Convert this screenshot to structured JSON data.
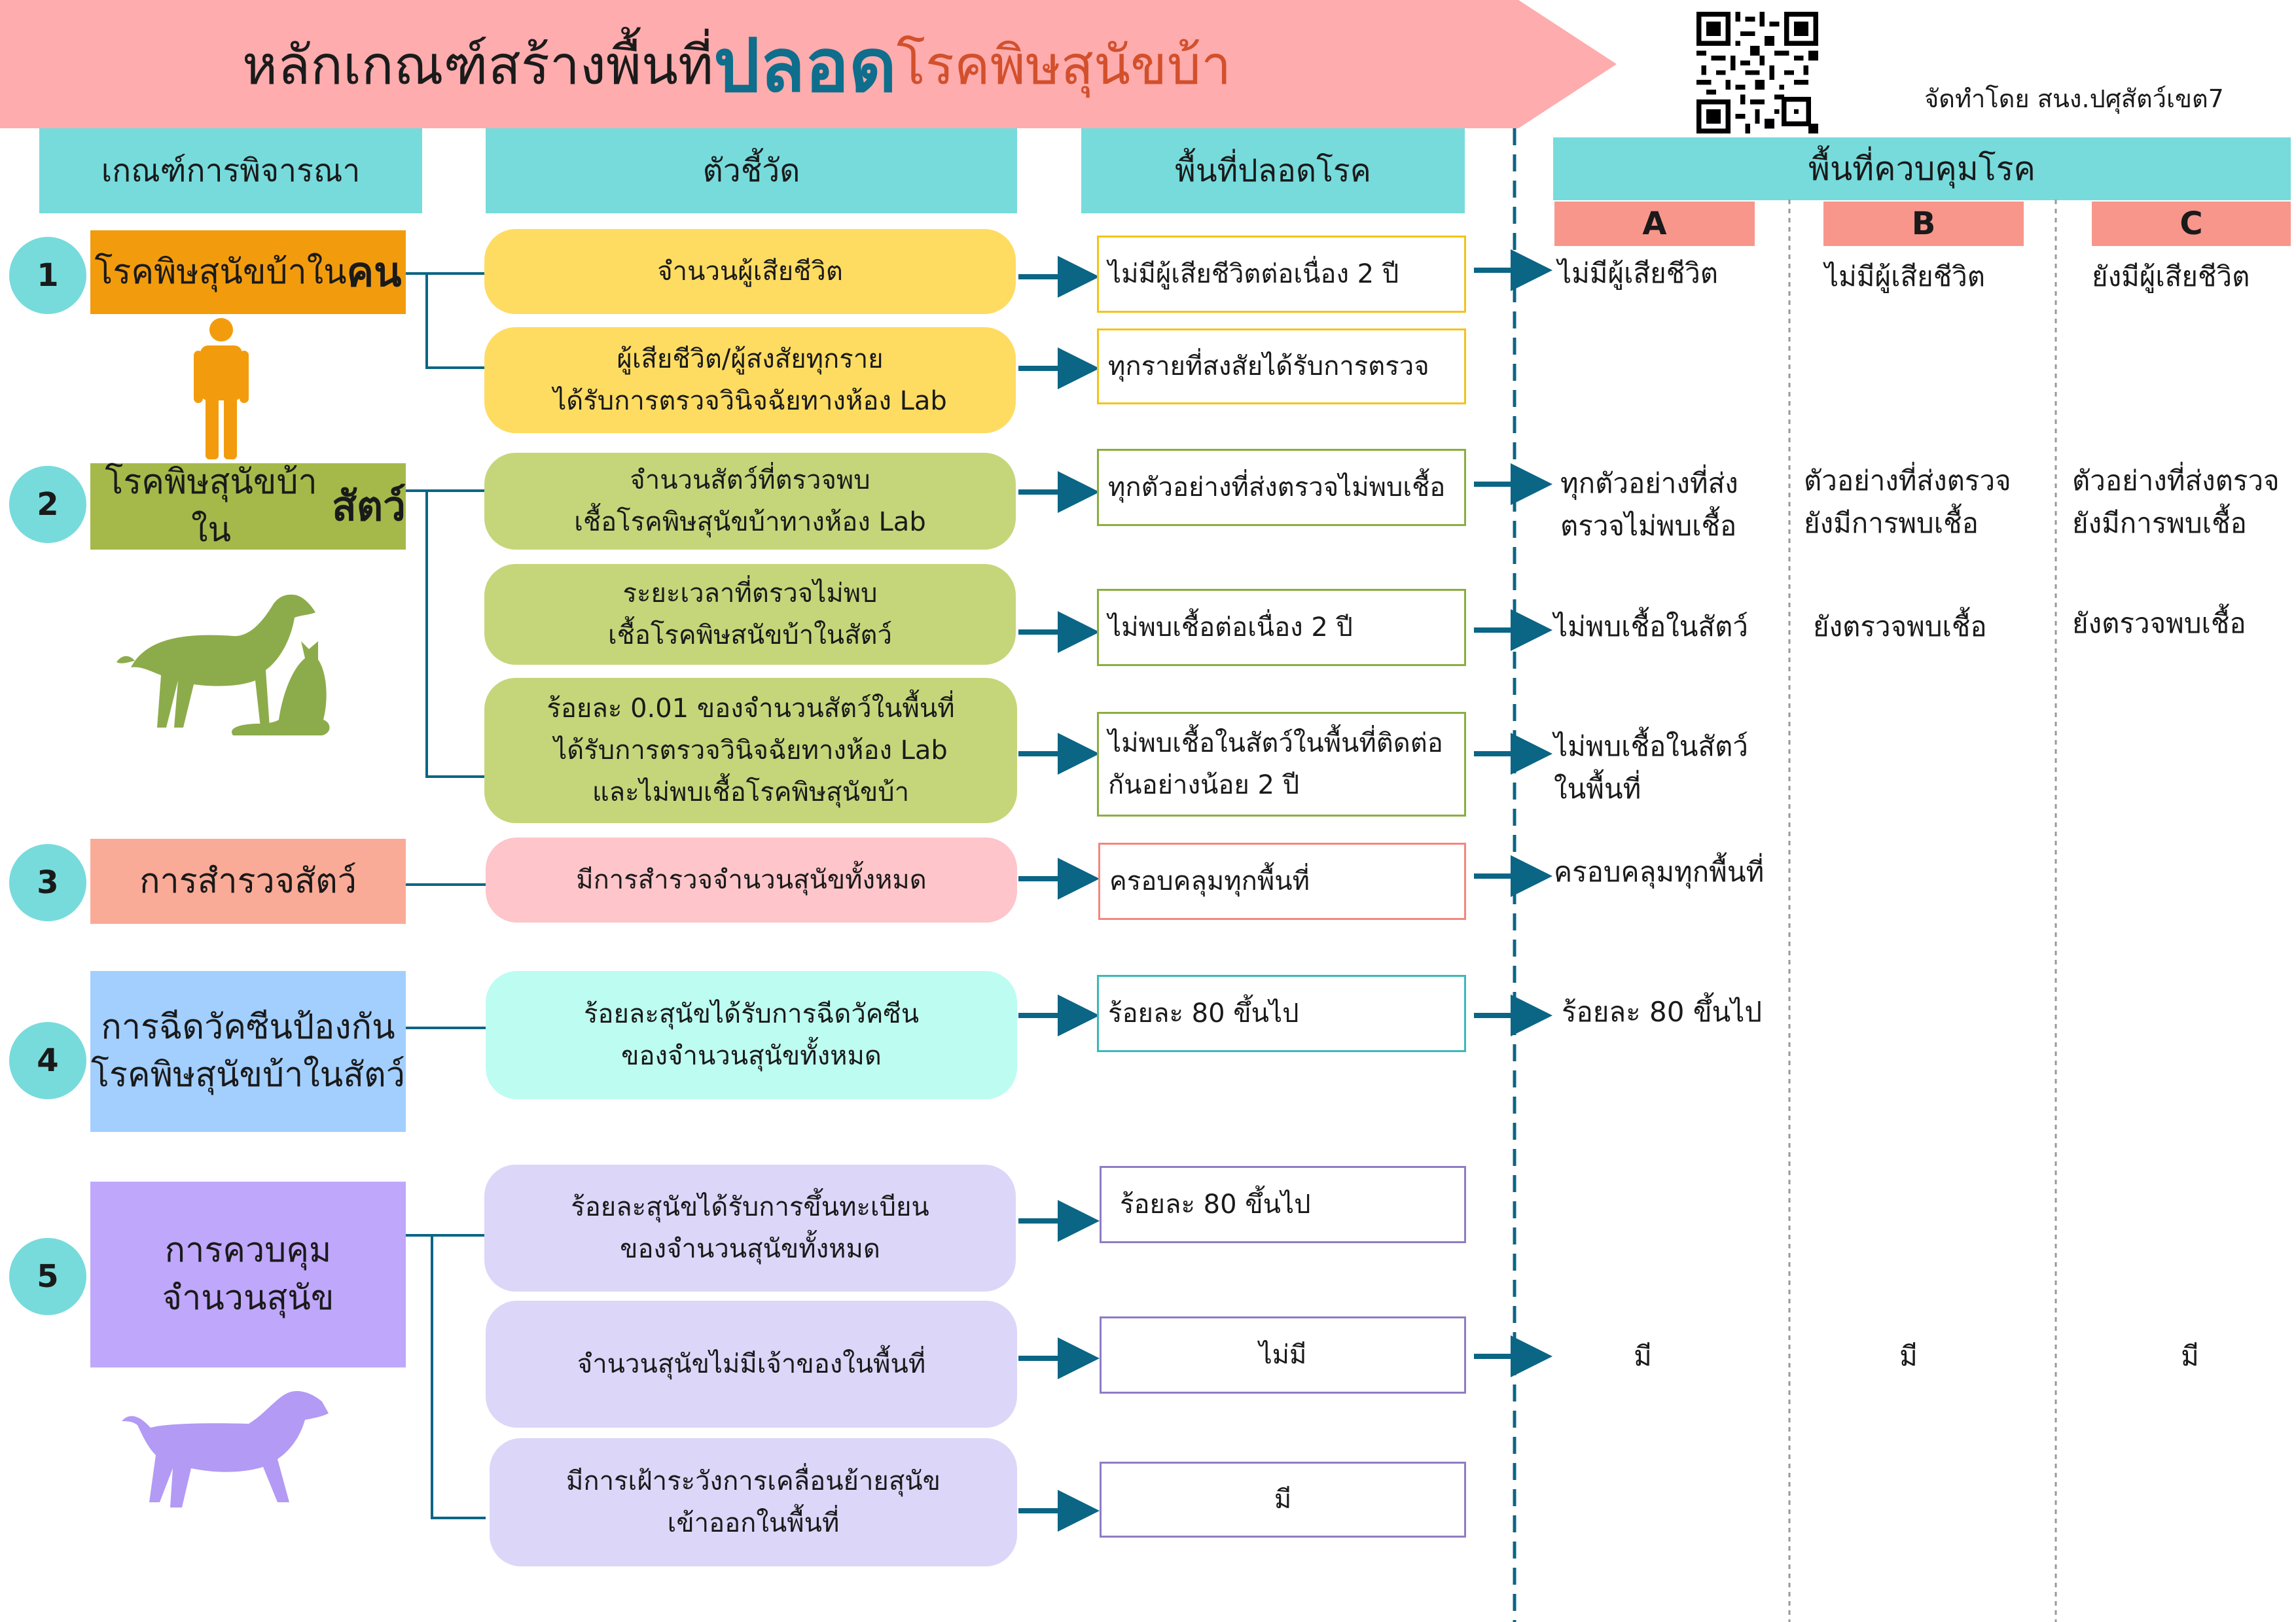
{
  "header": {
    "title_part1": "หลักเกณฑ์สร้างพื้นที่",
    "title_part2": "ปลอด",
    "title_part3": "โรคพิษสุนัขบ้า",
    "credit": "จัดทำโดย สนง.ปศุสัตว์เขต7"
  },
  "columns": {
    "criteria": "เกณฑ์การพิจารณา",
    "indicator": "ตัวชี้วัด",
    "free_zone": "พื้นที่ปลอดโรค",
    "control_zone": "พื้นที่ควบคุมโรค",
    "zone_a": "A",
    "zone_b": "B",
    "zone_c": "C"
  },
  "criteria": [
    {
      "num": "1",
      "label": "โรคพิษสุนัขบ้าใน",
      "label_bold": "คน"
    },
    {
      "num": "2",
      "label": "โรคพิษสุนัขบ้าใน",
      "label_bold": "สัตว์"
    },
    {
      "num": "3",
      "label": "การสำรวจสัตว์",
      "label_bold": ""
    },
    {
      "num": "4",
      "label": "การฉีดวัคซีนป้องกัน\nโรคพิษสุนัขบ้าในสัตว์",
      "label_bold": ""
    },
    {
      "num": "5",
      "label": "การควบคุม\nจำนวนสุนัข",
      "label_bold": ""
    }
  ],
  "rows": [
    {
      "indicator": "จำนวนผู้เสียชีวิต",
      "free": "ไม่มีผู้เสียชีวิตต่อเนื่อง 2 ปี",
      "a": "ไม่มีผู้เสียชีวิต",
      "b": "ไม่มีผู้เสียชีวิต",
      "c": "ยังมีผู้เสียชีวิต"
    },
    {
      "indicator": "ผู้เสียชีวิต/ผู้สงสัยทุกราย\nได้รับการตรวจวินิจฉัยทางห้อง Lab",
      "free": "ทุกรายที่สงสัยได้รับการตรวจ",
      "a": "",
      "b": "",
      "c": ""
    },
    {
      "indicator": "จำนวนสัตว์ที่ตรวจพบ\nเชื้อโรคพิษสุนัขบ้าทางห้อง Lab",
      "free": "ทุกตัวอย่างที่ส่งตรวจไม่พบเชื้อ",
      "a": "ทุกตัวอย่างที่ส่ง\nตรวจไม่พบเชื้อ",
      "b": "ตัวอย่างที่ส่งตรวจ\nยังมีการพบเชื้อ",
      "c": "ตัวอย่างที่ส่งตรวจ\nยังมีการพบเชื้อ"
    },
    {
      "indicator": "ระยะเวลาที่ตรวจไม่พบ\nเชื้อโรคพิษสนัขบ้าในสัตว์",
      "free": "ไม่พบเชื้อต่อเนื่อง 2 ปี",
      "a": "ไม่พบเชื้อในสัตว์",
      "b": "ยังตรวจพบเชื้อ",
      "c": "ยังตรวจพบเชื้อ"
    },
    {
      "indicator": "ร้อยละ 0.01 ของจำนวนสัตว์ในพื้นที่\nได้รับการตรวจวินิจฉัยทางห้อง Lab\nและไม่พบเชื้อโรคพิษสุนัขบ้า",
      "free": "ไม่พบเชื้อในสัตว์ในพื้นที่ติดต่อ\nกันอย่างน้อย 2 ปี",
      "a": "ไม่พบเชื้อในสัตว์\nในพื้นที่",
      "b": "",
      "c": ""
    },
    {
      "indicator": "มีการสำรวจจำนวนสุนัขทั้งหมด",
      "free": "ครอบคลุมทุกพื้นที่",
      "a": "ครอบคลุมทุกพื้นที่",
      "b": "",
      "c": ""
    },
    {
      "indicator": "ร้อยละสุนัขได้รับการฉีดวัคซีน\nของจำนวนสุนัขทั้งหมด",
      "free": "ร้อยละ 80 ขึ้นไป",
      "a": "ร้อยละ 80 ขึ้นไป",
      "b": "",
      "c": ""
    },
    {
      "indicator": "ร้อยละสุนัขได้รับการขึ้นทะเบียน\nของจำนวนสุนัขทั้งหมด",
      "free": "ร้อยละ 80 ขึ้นไป",
      "a": "",
      "b": "",
      "c": ""
    },
    {
      "indicator": "จำนวนสุนัขไม่มีเจ้าของในพื้นที่",
      "free": "ไม่มี",
      "a": "มี",
      "b": "มี",
      "c": "มี"
    },
    {
      "indicator": "มีการเฝ้าระวังการเคลื่อนย้ายสุนัข\nเข้าออกในพื้นที่",
      "free": "มี",
      "a": "",
      "b": "",
      "c": ""
    }
  ],
  "icons": [
    "person-icon",
    "dog-and-cat-icon",
    "dog-icon",
    "qr-code"
  ],
  "colors": {
    "teal_header": "#77dbdc",
    "title_banner": "#feacad",
    "title_highlight": "#0e6e8c",
    "title_accent": "#d2502c",
    "zone_label": "#f8968b",
    "arrow": "#0b6585",
    "crit1": "#f29c0d",
    "crit2": "#a5b94a",
    "crit3": "#f9ab97",
    "crit4": "#a3cfff",
    "crit5": "#bfa7fb"
  }
}
